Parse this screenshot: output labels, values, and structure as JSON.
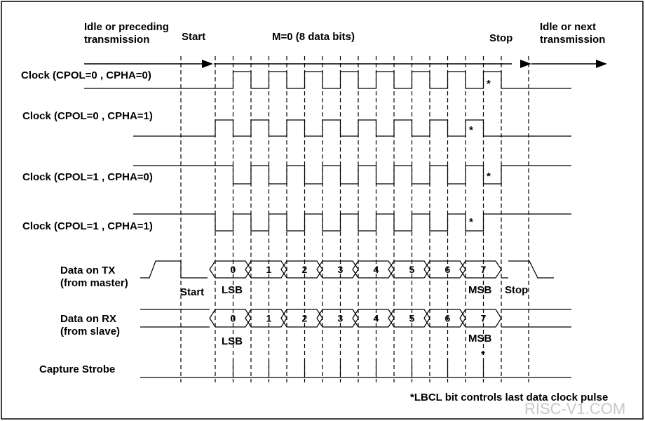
{
  "header": {
    "idle_line1": "Idle or preceding",
    "idle_line2": "transmission",
    "start": "Start",
    "mbits": "M=0 (8 data bits)",
    "stop": "Stop",
    "next_line1": "Idle or next",
    "next_line2": "transmission"
  },
  "clocks": [
    {
      "label": "Clock (CPOL=0 , CPHA=0)",
      "cpol": 0,
      "cpha": 0
    },
    {
      "label": "Clock (CPOL=0 , CPHA=1)",
      "cpol": 0,
      "cpha": 1
    },
    {
      "label": "Clock (CPOL=1 , CPHA=0)",
      "cpol": 1,
      "cpha": 0
    },
    {
      "label": "Clock (CPOL=1 , CPHA=1)",
      "cpol": 1,
      "cpha": 1
    }
  ],
  "star": "*",
  "tx": {
    "label_line1": "Data on TX",
    "label_line2": "(from master)",
    "start": "Start",
    "stop": "Stop",
    "lsb": "LSB",
    "msb": "MSB"
  },
  "rx": {
    "label_line1": "Data on RX",
    "label_line2": "(from slave)",
    "lsb": "LSB",
    "msb": "MSB"
  },
  "bits": [
    "0",
    "1",
    "2",
    "3",
    "4",
    "5",
    "6",
    "7"
  ],
  "strobe": {
    "label": "Capture Strobe"
  },
  "footnote": "*LBCL bit controls last data clock pulse",
  "watermark": "RISC-V1.COM"
}
